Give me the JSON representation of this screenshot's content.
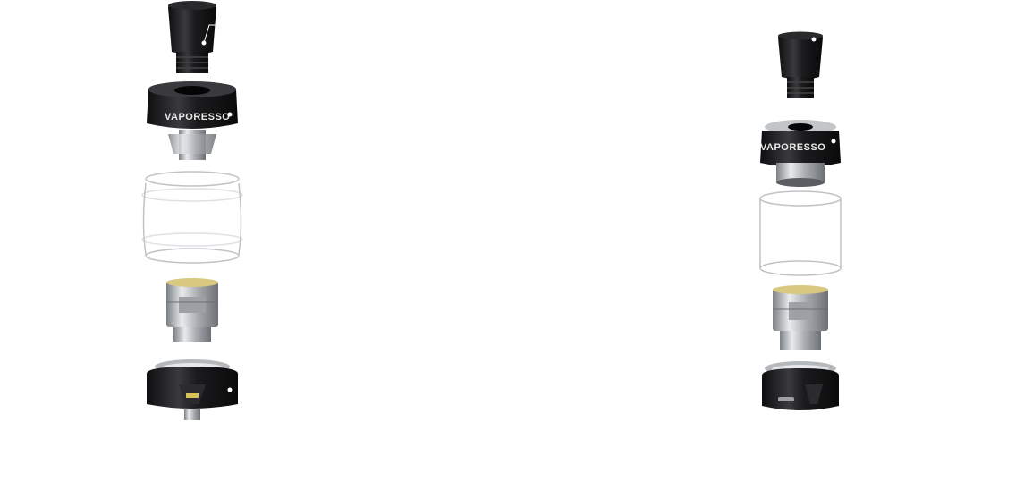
{
  "brand_text": "VAPORESSO",
  "colors": {
    "black_metal": "#1b1b1d",
    "black_highlight": "#4a4a4e",
    "steel": "#c9cbcd",
    "steel_dark": "#8d9094",
    "glass_edge": "#bfc3c7",
    "coil_core": "#d8c880"
  },
  "assemblies": [
    {
      "id": "left",
      "parts": [
        "drip-tip",
        "top-cap",
        "glass-tube",
        "coil",
        "base"
      ]
    },
    {
      "id": "right",
      "parts": [
        "drip-tip",
        "top-cap",
        "glass-tube",
        "coil",
        "base"
      ]
    }
  ]
}
